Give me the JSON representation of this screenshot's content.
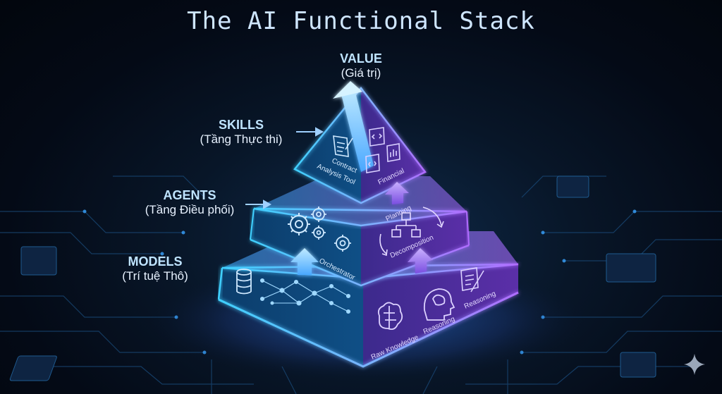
{
  "title": "The AI Functional Stack",
  "layers": {
    "value": {
      "name": "VALUE",
      "subtitle": "(Giá trị)"
    },
    "skills": {
      "name": "SKILLS",
      "subtitle": "(Tầng Thực thi)"
    },
    "agents": {
      "name": "AGENTS",
      "subtitle": "(Tầng Điều phối)"
    },
    "models": {
      "name": "MODELS",
      "subtitle": "(Trí tuệ Thô)"
    }
  },
  "skills_face": {
    "left_caption": "Contract Analysis Tool",
    "right_caption": "Financial"
  },
  "agents_face": {
    "left_caption": "Orchestrator",
    "right_caption_top": "Planning",
    "right_caption_bottom": "Decomposition"
  },
  "models_face": {
    "right_captions": [
      "Raw Knowledge",
      "Reasoning",
      "Reasoning"
    ]
  },
  "colors": {
    "cyan": "#3fd0ff",
    "violet": "#9a5cff",
    "title": "#cfe6ff"
  },
  "icons": [
    "document-icon",
    "code-icon",
    "chart-icon",
    "gear-icon",
    "flowchart-icon",
    "cycle-arrows-icon",
    "database-icon",
    "neural-network-icon",
    "brain-icon",
    "head-brain-icon",
    "notes-icon",
    "up-arrow-icon",
    "sparkle-icon"
  ]
}
